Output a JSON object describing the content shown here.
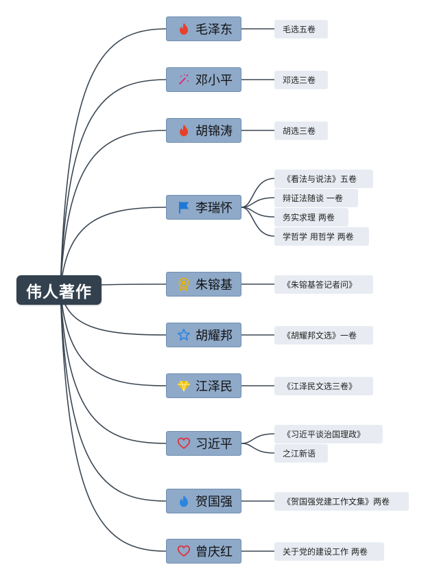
{
  "root": {
    "label": "伟人著作"
  },
  "people": [
    {
      "name": "毛泽东",
      "icon": "fire-icon",
      "works": [
        "毛选五卷"
      ]
    },
    {
      "name": "邓小平",
      "icon": "magic-wand-icon",
      "works": [
        "邓选三卷"
      ]
    },
    {
      "name": "胡锦涛",
      "icon": "fire-icon",
      "works": [
        "胡选三卷"
      ]
    },
    {
      "name": "李瑞怀",
      "icon": "flag-icon",
      "works": [
        "《看法与说法》五卷",
        "辩证法随谈 一卷",
        "务实求理 两卷",
        "学哲学 用哲学 两卷"
      ]
    },
    {
      "name": "朱镕基",
      "icon": "award-medal-icon",
      "works": [
        "《朱镕基答记者问》"
      ]
    },
    {
      "name": "胡耀邦",
      "icon": "star-icon",
      "works": [
        "《胡耀邦文选》一卷"
      ]
    },
    {
      "name": "江泽民",
      "icon": "diamond-icon",
      "works": [
        "《江泽民文选三卷》"
      ]
    },
    {
      "name": "习近平",
      "icon": "heart-icon",
      "works": [
        "《习近平谈治国理政》",
        "之江新语"
      ]
    },
    {
      "name": "贺国强",
      "icon": "blue-fire-icon",
      "works": [
        "《贺国强党建工作文集》两卷"
      ]
    },
    {
      "name": "曾庆红",
      "icon": "heart-icon",
      "works": [
        "关于党的建设工作 两卷"
      ]
    }
  ],
  "colors": {
    "root_bg": "#33414e",
    "node_bg": "#8fa9c8",
    "work_bg": "#e8ecf2",
    "line": "#3a4652",
    "fire": "#e8402a",
    "magic": "#d8307a",
    "flag": "#1e78d8",
    "medal": "#e0b020",
    "star": "#2a86e0",
    "diamond": "#f0c000",
    "heart": "#e03040",
    "blue_fire": "#2a86e0"
  }
}
